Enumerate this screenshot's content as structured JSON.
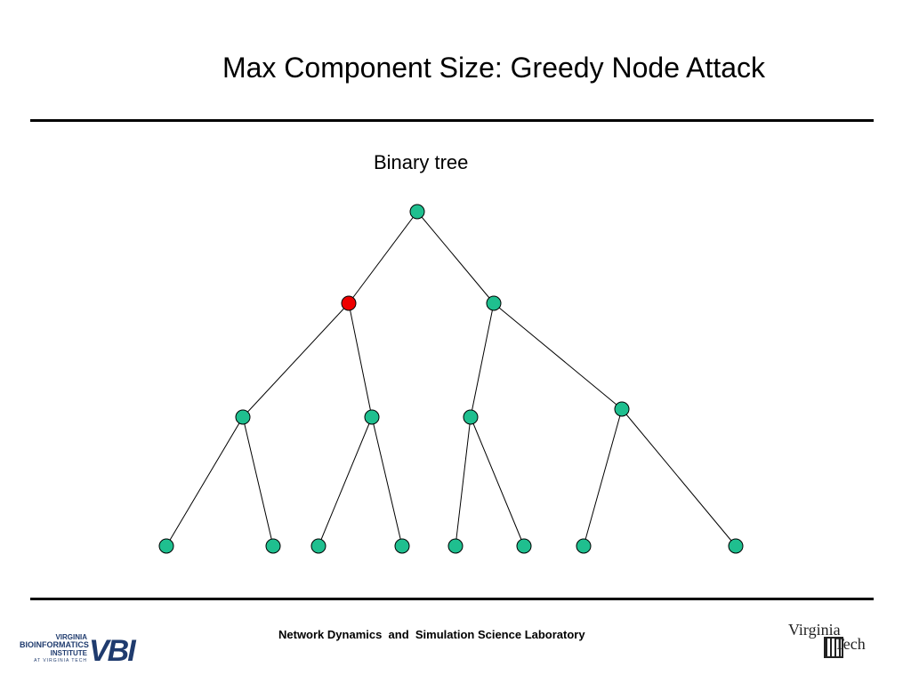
{
  "slide": {
    "title": "Max Component Size: Greedy Node Attack",
    "subtitle": "Binary tree",
    "footer": "Network Dynamics  and  Simulation Science Laboratory"
  },
  "colors": {
    "node": "#1fbf8f",
    "attacked_node": "#ee0000",
    "edge": "#000000"
  },
  "tree": {
    "nodes": [
      {
        "id": "root",
        "state": "normal"
      },
      {
        "id": "l1-left",
        "state": "attacked"
      },
      {
        "id": "l1-right",
        "state": "normal"
      },
      {
        "id": "l2-a",
        "state": "normal"
      },
      {
        "id": "l2-b",
        "state": "normal"
      },
      {
        "id": "l2-c",
        "state": "normal"
      },
      {
        "id": "l2-d",
        "state": "normal"
      },
      {
        "id": "l3-a",
        "state": "normal"
      },
      {
        "id": "l3-b",
        "state": "normal"
      },
      {
        "id": "l3-c",
        "state": "normal"
      },
      {
        "id": "l3-d",
        "state": "normal"
      },
      {
        "id": "l3-e",
        "state": "normal"
      },
      {
        "id": "l3-f",
        "state": "normal"
      },
      {
        "id": "l3-g",
        "state": "normal"
      },
      {
        "id": "l3-h",
        "state": "normal"
      }
    ],
    "edges": [
      [
        "root",
        "l1-left"
      ],
      [
        "root",
        "l1-right"
      ],
      [
        "l1-left",
        "l2-a"
      ],
      [
        "l1-left",
        "l2-b"
      ],
      [
        "l1-right",
        "l2-c"
      ],
      [
        "l1-right",
        "l2-d"
      ],
      [
        "l2-a",
        "l3-a"
      ],
      [
        "l2-a",
        "l3-b"
      ],
      [
        "l2-b",
        "l3-c"
      ],
      [
        "l2-b",
        "l3-d"
      ],
      [
        "l2-c",
        "l3-e"
      ],
      [
        "l2-c",
        "l3-f"
      ],
      [
        "l2-d",
        "l3-g"
      ],
      [
        "l2-d",
        "l3-h"
      ]
    ]
  },
  "logos": {
    "vbi": {
      "line1": "VIRGINIA",
      "line2": "BIOINFORMATICS",
      "line3": "INSTITUTE",
      "line4": "AT VIRGINIA TECH",
      "mark": "VBI"
    },
    "vt": {
      "line1": "Virginia",
      "line2": "Tech"
    }
  }
}
